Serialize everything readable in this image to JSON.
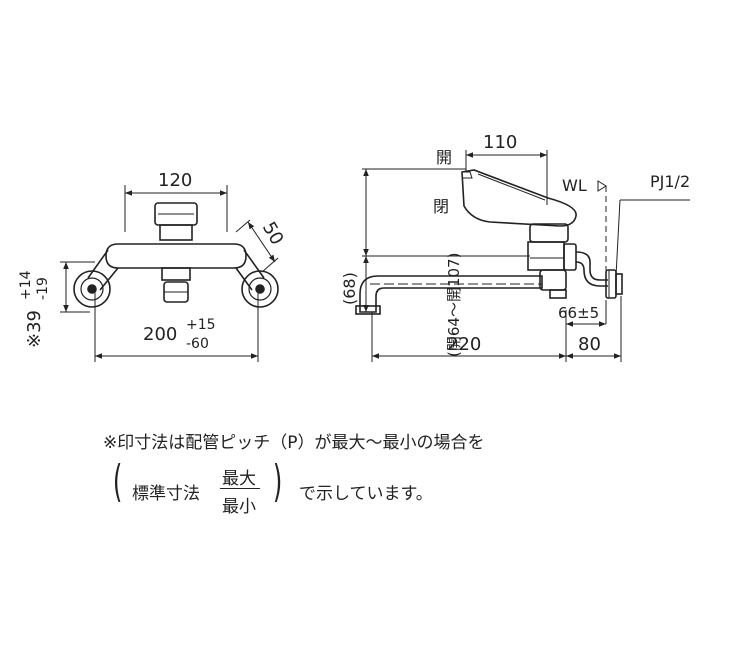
{
  "front_view": {
    "dim_top": "120",
    "dim_diag": "50",
    "dim_bottom_main": "200",
    "dim_bottom_plus": "+15",
    "dim_bottom_minus": "-60",
    "dim_side_main": "※39",
    "dim_side_plus": "+14",
    "dim_side_minus": "-19"
  },
  "side_view": {
    "dim_lever": "110",
    "label_open_top": "開",
    "label_open_bottom": "閉",
    "dim_vertical": "(開64～開107)",
    "dim_spout_height": "(68)",
    "label_wl": "WL",
    "label_pj": "PJ1/2",
    "dim_pitch": "66±5",
    "dim_spout_length": "220",
    "dim_depth": "80"
  },
  "note": {
    "line1": "※印寸法は配管ピッチ（P）が最大～最小の場合を",
    "open_paren": "(",
    "std": "標準寸法",
    "max": "最大",
    "min": "最小",
    "close_paren": ")",
    "tail": "で示しています。"
  }
}
